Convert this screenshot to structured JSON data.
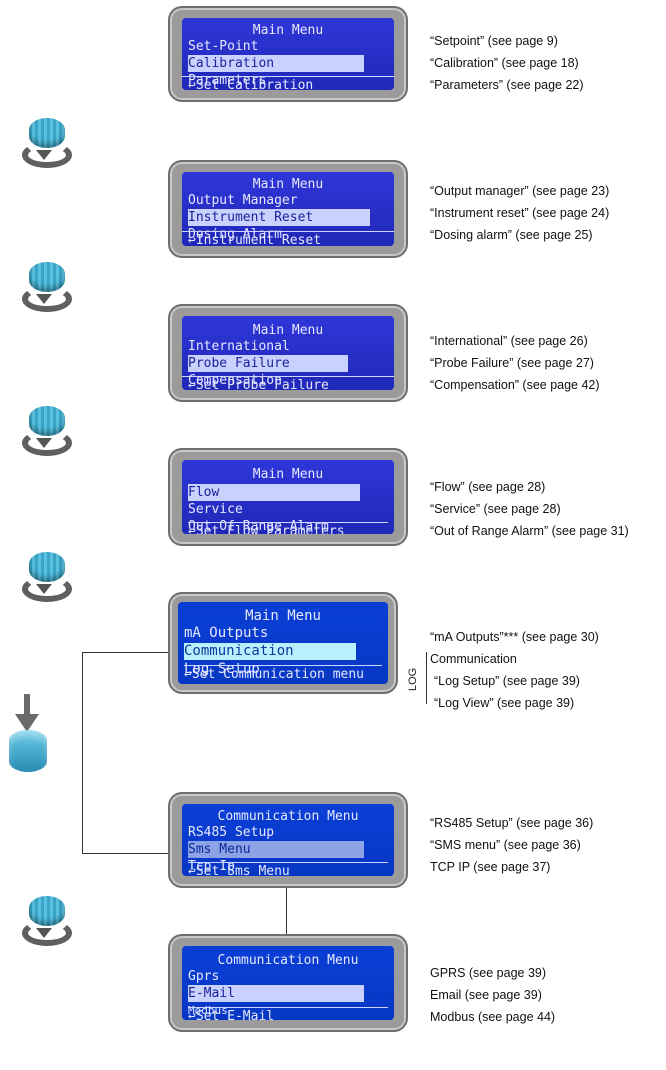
{
  "screens": [
    {
      "title": "Main Menu",
      "items": [
        "Set-Point",
        "Calibration",
        "Parameters"
      ],
      "selected": 1,
      "footer": "↩Set Calibration",
      "notes": [
        "“Setpoint” (see page 9)",
        "“Calibration” (see page 18)",
        "“Parameters” (see page 22)"
      ]
    },
    {
      "title": "Main Menu",
      "items": [
        "Output Manager",
        "Instrument Reset",
        "Dosing Alarm"
      ],
      "selected": 1,
      "footer": "↩Instrument Reset",
      "notes": [
        "“Output manager” (see page 23)",
        "“Instrument reset” (see page 24)",
        "“Dosing alarm” (see page 25)"
      ]
    },
    {
      "title": "Main Menu",
      "items": [
        "International",
        "Probe Failure",
        "Compensation"
      ],
      "selected": 1,
      "footer": "↩Set Probe Failure",
      "notes": [
        "“International” (see page 26)",
        "“Probe Failure” (see page 27)",
        "“Compensation” (see page 42)"
      ]
    },
    {
      "title": "Main Menu",
      "items": [
        "Flow",
        "Service",
        "Out Of Range Alarm"
      ],
      "selected": 0,
      "footer": "↩Set Flow Parameters",
      "notes": [
        "“Flow” (see page 28)",
        "“Service” (see page 28)",
        "“Out of Range Alarm” (see page 31)"
      ]
    },
    {
      "title": "Main Menu",
      "items": [
        "mA Outputs",
        "Communication",
        "Log Setup"
      ],
      "selected": 1,
      "footer": "↩Set Communication menu",
      "notes": [
        "“mA Outputs”*** (see page 30)",
        "Communication",
        "“Log Setup” (see page 39)",
        "“Log View” (see page 39)"
      ]
    },
    {
      "title": "Communication Menu",
      "items": [
        "RS485 Setup",
        "Sms Menu",
        "Tcp Ip"
      ],
      "selected": 1,
      "footer": "↩Set Sms Menu",
      "notes": [
        "“RS485 Setup” (see page 36)",
        "“SMS menu” (see page  36)",
        "TCP IP (see page 37)"
      ]
    },
    {
      "title": "Communication Menu",
      "items": [
        "Gprs",
        "E-Mail",
        "Modbus"
      ],
      "selected": 1,
      "footer": "↩Set E-Mail",
      "notes": [
        "GPRS (see page 39)",
        "Email (see page 39)",
        "Modbus (see page 44)"
      ]
    }
  ],
  "log_label": "LOG",
  "colors": {
    "lcd": "#2a31cc",
    "lcd_highlight": "#c9d2ff",
    "bezel": "#9b9b9b",
    "knob": "#4bb3d6"
  }
}
